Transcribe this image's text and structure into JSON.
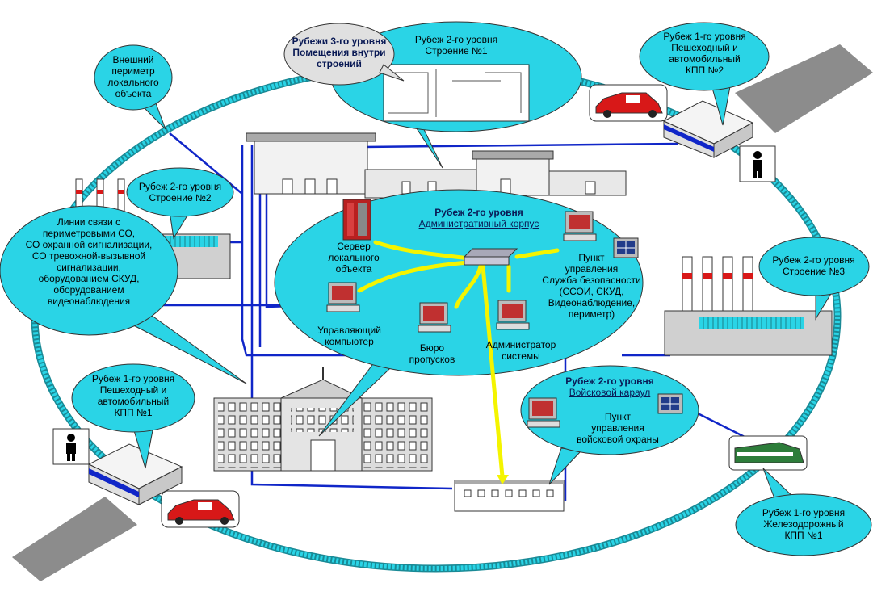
{
  "colors": {
    "callout_fill": "#2ad4e6",
    "perimeter": "#2ad4e6",
    "network_line": "#1026c8",
    "link_yellow": "#f4f400",
    "road": "#808080",
    "building": "#d8d8d8",
    "car": "#d81818"
  },
  "callouts": {
    "level3": {
      "line1": "Рубежи 3-го уровня",
      "line2": "Помещения внутри",
      "line3": "строений"
    },
    "building1": {
      "line1": "Рубеж 2-го уровня",
      "line2": "Строение №1"
    },
    "kpp2": {
      "line1": "Рубеж 1-го уровня",
      "line2": "Пешеходный и",
      "line3": "автомобильный",
      "line4": "КПП №2"
    },
    "external_perimeter": {
      "line1": "Внешний",
      "line2": "периметр",
      "line3": "локального",
      "line4": "объекта"
    },
    "building2": {
      "line1": "Рубеж 2-го уровня",
      "line2": "Строение №2"
    },
    "comm_lines": {
      "line1": "Линии связи с",
      "line2": "периметровыми СО,",
      "line3": "СО охранной сигнализации,",
      "line4": "СО тревожной-вызывной",
      "line5": "сигнализации,",
      "line6": "оборудованием СКУД,",
      "line7": "оборудованием",
      "line8": "видеонаблюдения"
    },
    "admin": {
      "title": "Рубеж 2-го уровня",
      "subtitle": "Административный корпус"
    },
    "building3": {
      "line1": "Рубеж 2-го уровня",
      "line2": "Строение №3"
    },
    "guard": {
      "title": "Рубеж 2-го уровня",
      "subtitle": "Войсковой караул",
      "line1": "Пункт",
      "line2": "управления",
      "line3": "войсковой охраны"
    },
    "kpp1": {
      "line1": "Рубеж 1-го уровня",
      "line2": "Пешеходный и",
      "line3": "автомобильный",
      "line4": "КПП №1"
    },
    "rail": {
      "line1": "Рубеж 1-го уровня",
      "line2": "Железодорожный",
      "line3": "КПП №1"
    }
  },
  "nodes": {
    "server": {
      "line1": "Сервер",
      "line2": "локального",
      "line3": "объекта"
    },
    "control_pc": {
      "line1": "Управляющий",
      "line2": "компьютер"
    },
    "pass_office": {
      "line1": "Бюро",
      "line2": "пропусков"
    },
    "admin_sys": {
      "line1": "Администратор",
      "line2": "системы"
    },
    "security_post": {
      "line1": "Пункт",
      "line2": "управления",
      "line3": "Служба безопасности",
      "line4": "(ССОИ, СКУД,",
      "line5": "Видеонаблюдение,",
      "line6": "периметр)"
    }
  }
}
